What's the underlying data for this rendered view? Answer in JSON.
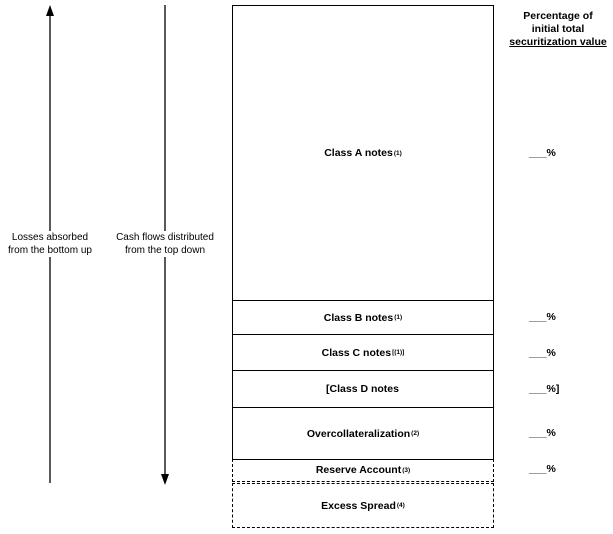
{
  "arrows": {
    "losses_label_line1": "Losses absorbed",
    "losses_label_line2": "from the bottom up",
    "cashflows_label_line1": "Cash flows distributed",
    "cashflows_label_line2": "from the top down"
  },
  "header": {
    "line1": "Percentage of",
    "line2": "initial total",
    "line3": "securitization value"
  },
  "tranches": [
    {
      "name": "Class A notes",
      "note": "(1)",
      "pct": "___%"
    },
    {
      "name": "Class B notes",
      "note": "(1)",
      "pct": "___%"
    },
    {
      "name": "Class C notes",
      "note": "[(1)]",
      "pct": "___%"
    },
    {
      "name": "[Class D notes",
      "note": "",
      "pct": "___%]"
    },
    {
      "name": "Overcollateralization",
      "note": "(2)",
      "pct": "___%"
    },
    {
      "name": "Reserve Account",
      "note": "(3)",
      "pct": "___%"
    },
    {
      "name": "Excess Spread",
      "note": "(4)",
      "pct": ""
    }
  ]
}
